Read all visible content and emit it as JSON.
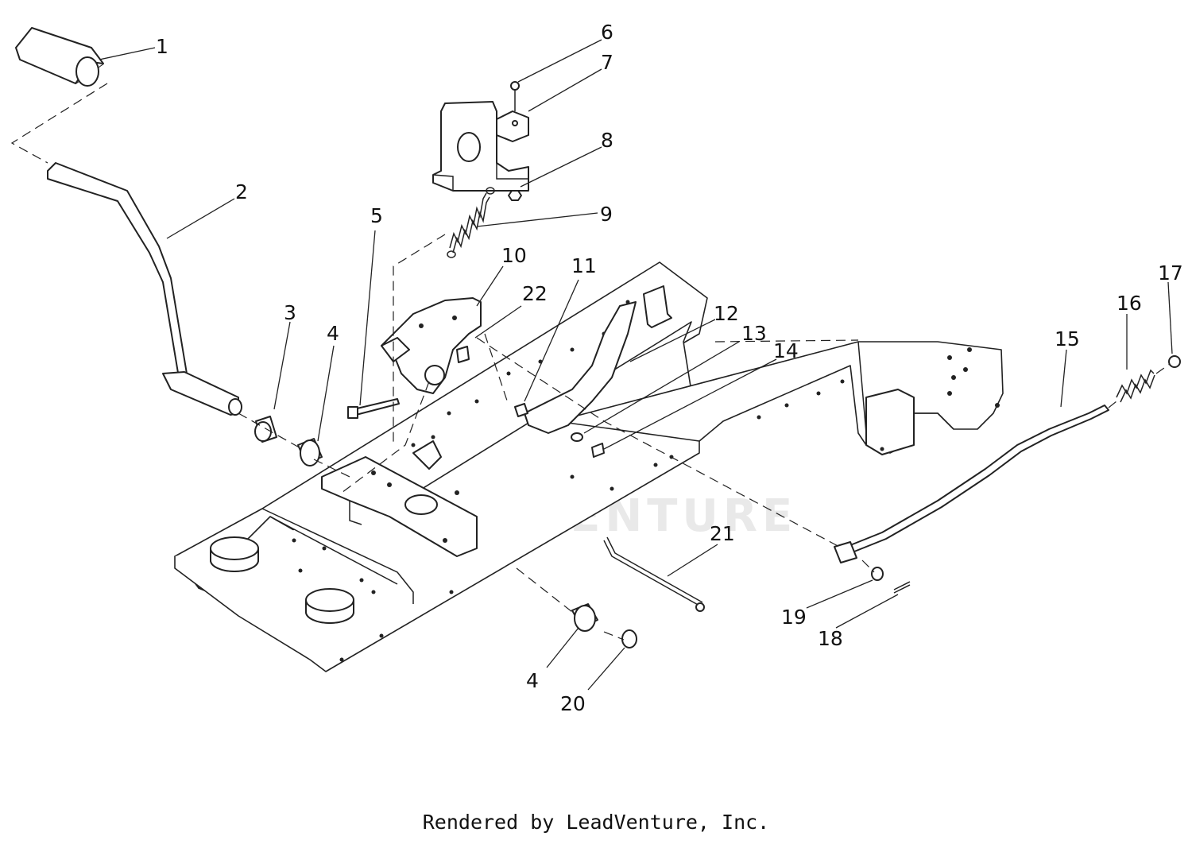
{
  "callouts": [
    "1",
    "2",
    "3",
    "4",
    "5",
    "6",
    "7",
    "8",
    "9",
    "10",
    "11",
    "22",
    "12",
    "13",
    "14",
    "15",
    "16",
    "17",
    "21",
    "19",
    "18",
    "4",
    "20"
  ],
  "watermark": "LEADVENTURE",
  "footer": "Rendered by LeadVenture, Inc.",
  "colors": {
    "line": "#222222",
    "background": "#ffffff",
    "watermark": "#d8d8d8"
  }
}
